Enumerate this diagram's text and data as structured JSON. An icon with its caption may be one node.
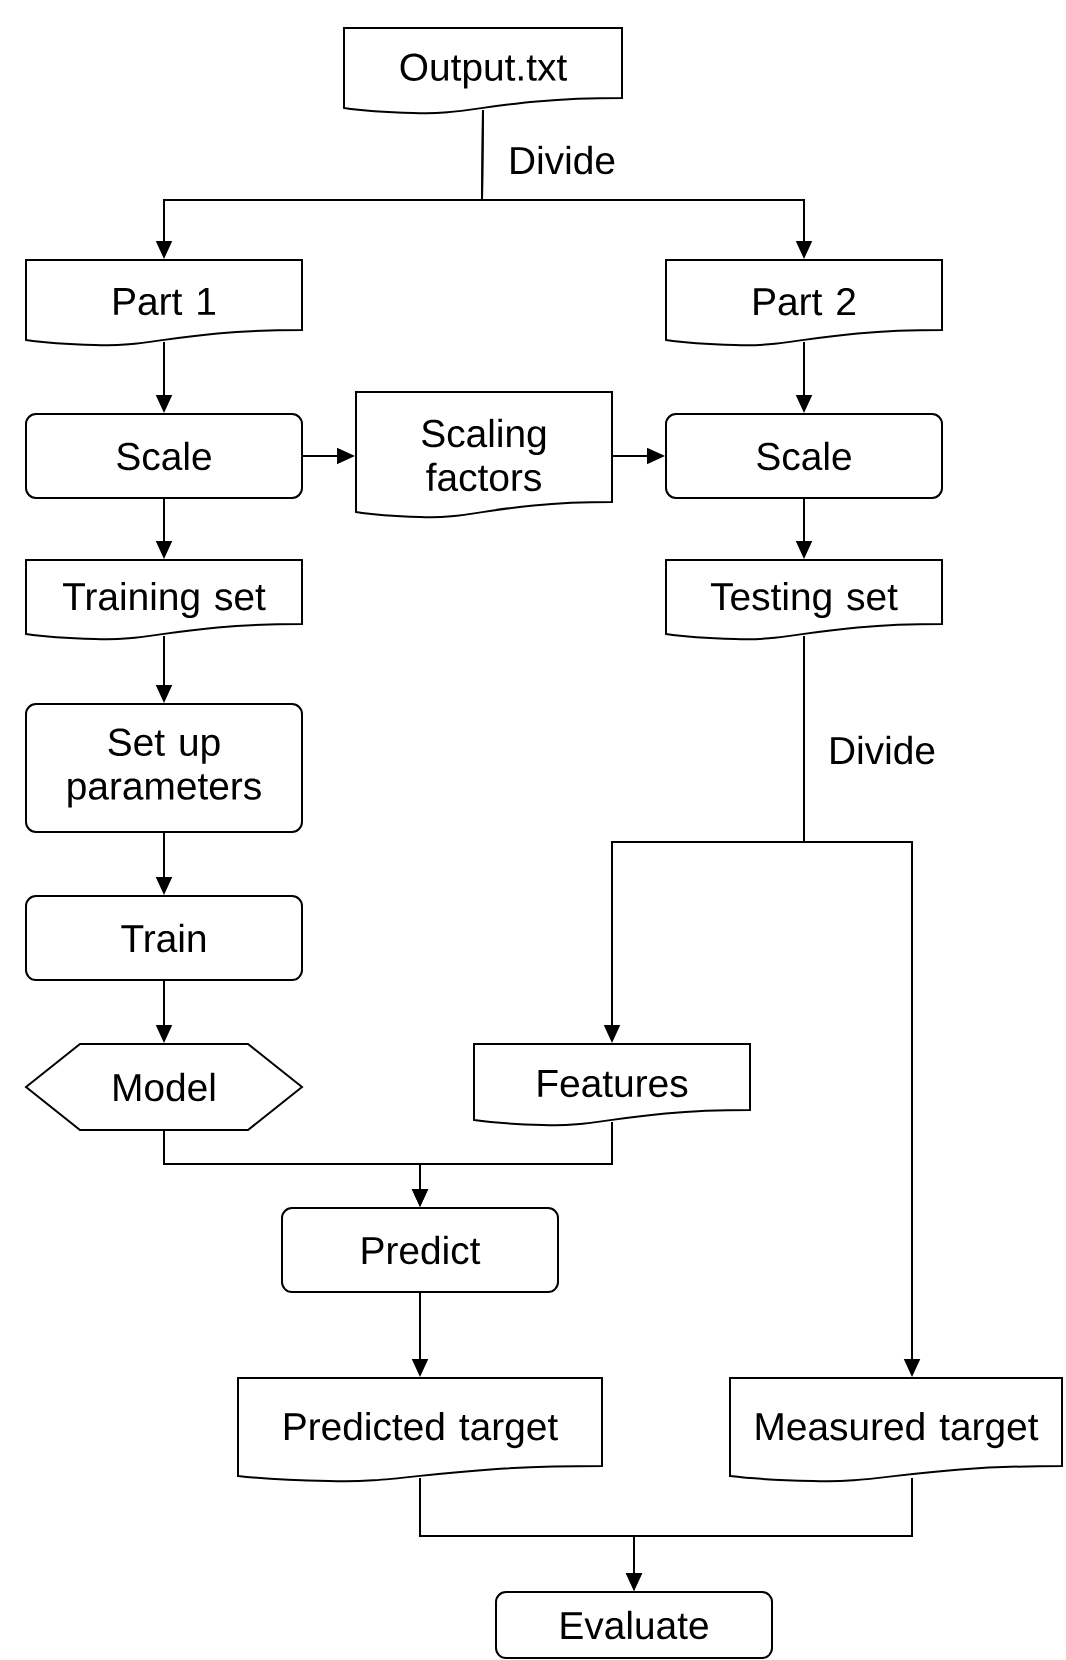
{
  "diagram": {
    "nodes": [
      {
        "text": [
          "Output.txt"
        ]
      },
      {
        "text": [
          "Part 1"
        ]
      },
      {
        "text": [
          "Part 2"
        ]
      },
      {
        "text": [
          "Scale"
        ]
      },
      {
        "text": [
          "Scaling factors"
        ]
      },
      {
        "text": [
          "Scale"
        ]
      },
      {
        "text": [
          "Training set"
        ]
      },
      {
        "text": [
          "Testing set"
        ]
      },
      {
        "text": [
          "Set up parameters"
        ]
      },
      {
        "text": [
          "Train"
        ]
      },
      {
        "text": [
          "Model"
        ]
      },
      {
        "text": [
          "Features"
        ]
      },
      {
        "text": [
          "Predict"
        ]
      },
      {
        "text": [
          "Predicted target"
        ]
      },
      {
        "text": [
          "Measured target"
        ]
      },
      {
        "text": [
          "Evaluate"
        ]
      }
    ],
    "edges": [
      {
        "from": 0,
        "to": 1,
        "arrow": "to",
        "label": "Divide"
      },
      {
        "from": 0,
        "to": 2,
        "arrow": "to"
      },
      {
        "from": 1,
        "to": 3,
        "arrow": "to"
      },
      {
        "from": 3,
        "to": 4,
        "arrow": "to"
      },
      {
        "from": 4,
        "to": 5,
        "arrow": "to"
      },
      {
        "from": 2,
        "to": 5,
        "arrow": "to"
      },
      {
        "from": 3,
        "to": 6,
        "arrow": "to"
      },
      {
        "from": 5,
        "to": 7,
        "arrow": "to"
      },
      {
        "from": 6,
        "to": 8,
        "arrow": "to"
      },
      {
        "from": 8,
        "to": 9,
        "arrow": "to"
      },
      {
        "from": 9,
        "to": 10,
        "arrow": "to"
      },
      {
        "from": 7,
        "to": 11,
        "arrow": "to",
        "label": "Divide"
      },
      {
        "from": 7,
        "to": 14,
        "arrow": "to"
      },
      {
        "from": 10,
        "to": 12,
        "arrow": "to"
      },
      {
        "from": 11,
        "to": 12,
        "arrow": "to"
      },
      {
        "from": 12,
        "to": 13,
        "arrow": "to"
      },
      {
        "from": 13,
        "to": 15,
        "arrow": "to"
      },
      {
        "from": 14,
        "to": 15,
        "arrow": "to"
      }
    ]
  }
}
